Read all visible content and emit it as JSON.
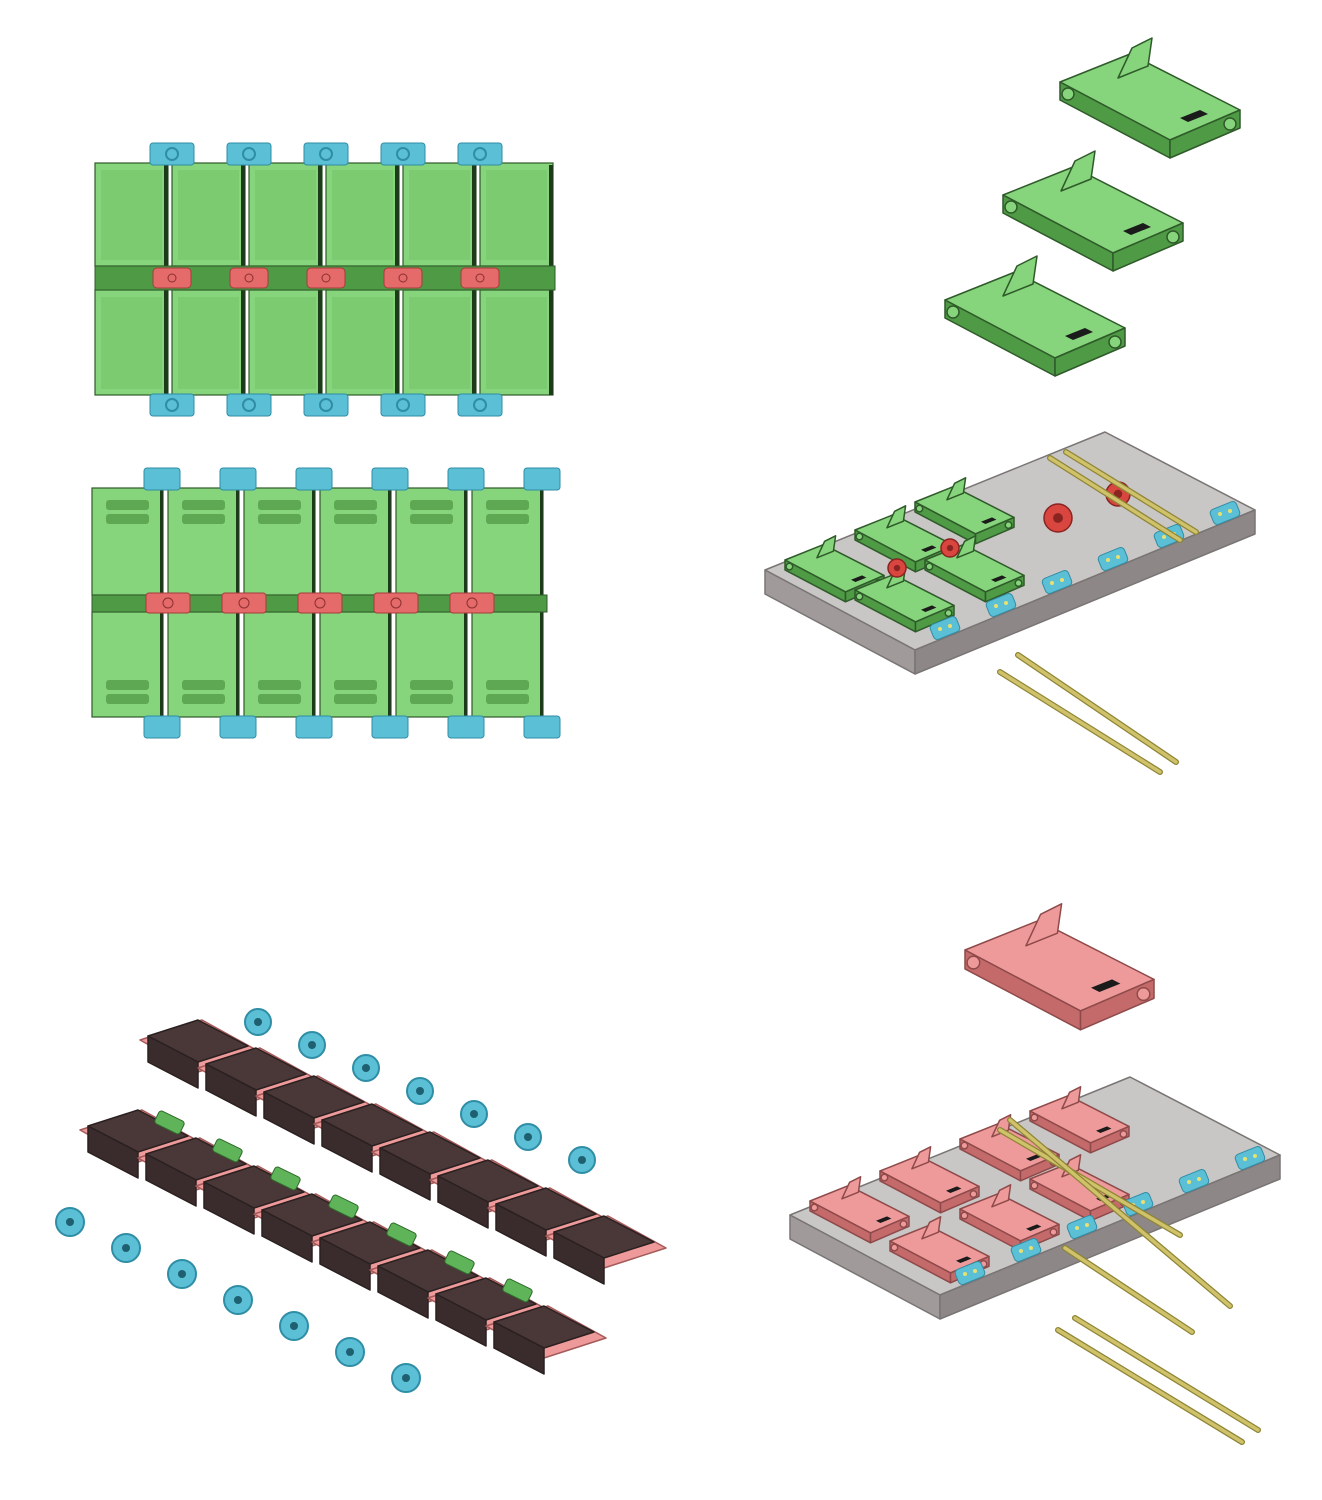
{
  "colors": {
    "link_green": "#86d47b",
    "link_green_dark": "#4f9a45",
    "link_green_outline": "#2f5a2a",
    "link_pink": "#ef9a9a",
    "link_pink_dark": "#c56a6a",
    "pin_blue": "#5bbfd6",
    "pin_blue_dark": "#2f8ea6",
    "hinge_red": "#e56a6a",
    "shoe_brown": "#4a3838",
    "jig_grey": "#a09a9a",
    "jig_grey_light": "#c9c6c6",
    "brass_rod": "#cfc26a",
    "red_gear": "#d9453f"
  },
  "panels": [
    {
      "id": "track-top-view",
      "icon": "track-top-view-icon"
    },
    {
      "id": "track-bottom-view",
      "icon": "track-bottom-view-icon"
    },
    {
      "id": "green-link-parts",
      "icon": "green-link-icon"
    },
    {
      "id": "green-assembly-jig",
      "icon": "assembly-jig-icon"
    },
    {
      "id": "pink-track-isometric",
      "icon": "track-isometric-icon"
    },
    {
      "id": "pink-link-part",
      "icon": "pink-link-icon"
    },
    {
      "id": "pink-assembly-jig",
      "icon": "assembly-jig-icon"
    }
  ]
}
